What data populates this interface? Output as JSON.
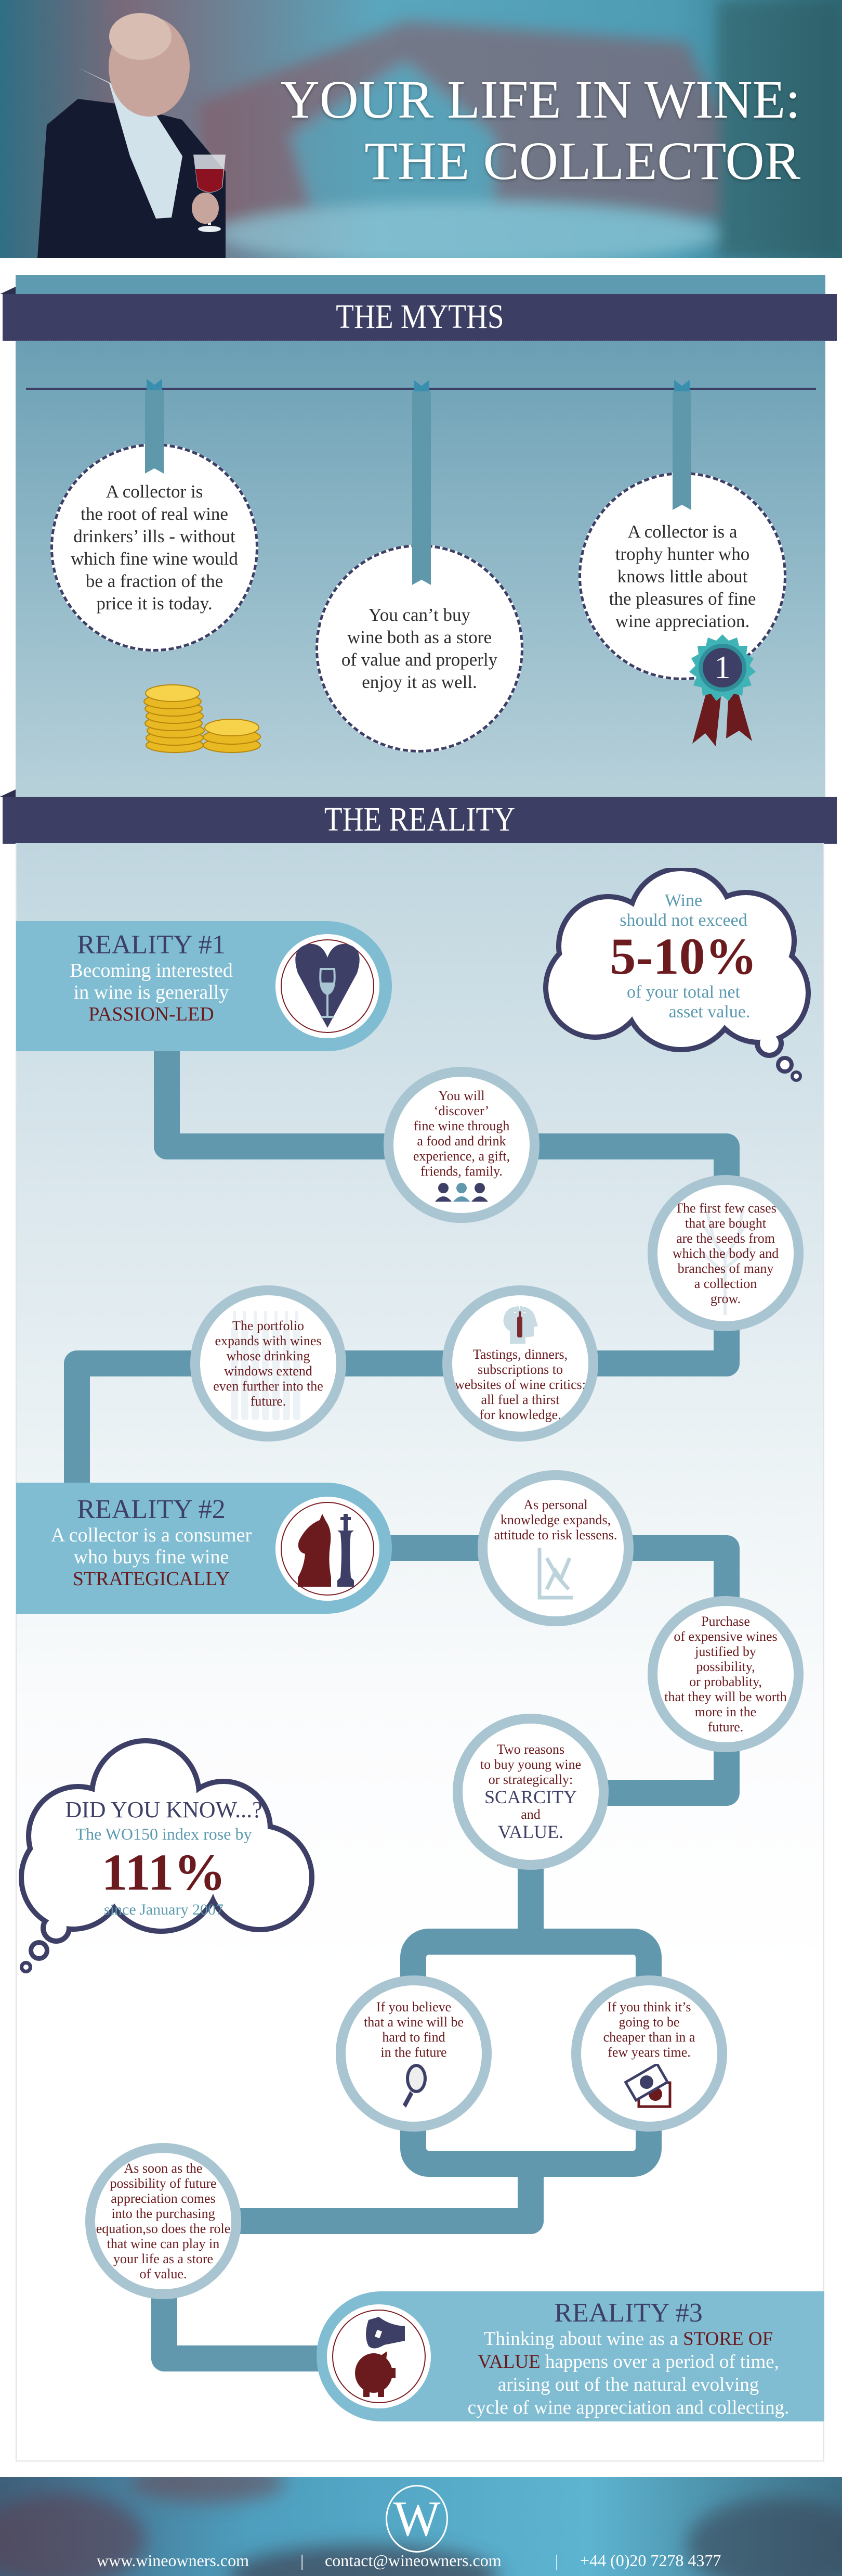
{
  "header": {
    "title_line1": "YOUR LIFE IN WINE:",
    "title_line2": "THE COLLECTOR"
  },
  "myths": {
    "title": "THE MYTHS",
    "items": [
      {
        "lines": [
          "A collector is",
          "the root of real wine",
          "drinkers’ ills - without",
          "which fine wine would",
          "be a fraction of the",
          "price it is today."
        ]
      },
      {
        "lines": [
          "You can’t buy",
          "wine both as a store",
          "of value and properly",
          "enjoy it as well."
        ]
      },
      {
        "lines": [
          "A collector is a",
          "trophy hunter who",
          "knows little about",
          "the pleasures of fine",
          "wine appreciation."
        ]
      }
    ],
    "badge_number": "1"
  },
  "reality": {
    "title": "THE REALITY",
    "cards": [
      {
        "heading": "REALITY #1",
        "lines": [
          "Becoming interested",
          "in wine is generally"
        ],
        "highlight": "PASSION-LED"
      },
      {
        "heading": "REALITY #2",
        "lines": [
          "A collector is a consumer",
          "who buys fine wine"
        ],
        "highlight": "STRATEGICALLY"
      },
      {
        "heading": "REALITY #3",
        "line1_pre": "Thinking about wine as a ",
        "highlight1": "STORE OF",
        "highlight2": "VALUE",
        "line2_post": " happens over a period of time,",
        "line3": "arising out of the natural evolving",
        "line4": "cycle of wine appreciation and collecting."
      }
    ],
    "steps": {
      "discover": {
        "lines": [
          "You will",
          "‘discover’",
          "fine wine through",
          "a food and drink",
          "experience, a gift,",
          "friends, family."
        ]
      },
      "first_cases": {
        "lines": [
          "The first few cases",
          "that are bought",
          "are the seeds from",
          "which the body and",
          "branches of many",
          "a collection",
          "grow."
        ]
      },
      "tastings": {
        "lines": [
          "Tastings, dinners,",
          "subscriptions to",
          "websites of wine critics;",
          "all fuel a thirst",
          "for knowledge."
        ]
      },
      "portfolio": {
        "lines": [
          "The portfolio",
          "expands with wines",
          "whose drinking",
          "windows extend",
          "even further into the",
          "future."
        ]
      },
      "knowledge": {
        "lines": [
          "As personal",
          "knowledge expands,",
          "attitude to risk lessens."
        ]
      },
      "purchase": {
        "lines": [
          "Purchase",
          "of expensive wines",
          "justified by",
          "possibility,",
          "or probablity,",
          "that they will be worth",
          "more in the",
          "future."
        ]
      },
      "two_reasons": {
        "lines": [
          "Two reasons",
          "to buy young wine",
          "or strategically:"
        ],
        "reason1": "SCARCITY",
        "connector": "and",
        "reason2": "VALUE."
      },
      "hard_to_find": {
        "lines": [
          "If you believe",
          "that a wine will be",
          "hard to find",
          "in the future"
        ]
      },
      "cheaper": {
        "lines": [
          "If you think it’s",
          "going to be",
          "cheaper than in a",
          "few years time."
        ]
      },
      "store_of_value": {
        "lines": [
          "As soon as the",
          "possibility of future",
          "appreciation comes",
          "into the purchasing",
          "equation,so does the role",
          "that wine can play in",
          "your life as a store",
          "of value."
        ]
      }
    },
    "callout_allocation": {
      "line1": "Wine",
      "line2": "should not exceed",
      "value": "5-10%",
      "line3": "of your total net",
      "line4": "asset value."
    },
    "callout_index": {
      "heading": "DID YOU KNOW...?",
      "line1": "The WO150 index rose by",
      "value": "111%",
      "line2": "since  January 2007"
    }
  },
  "footer": {
    "logo_letter": "W",
    "website": "www.wineowners.com",
    "email": "contact@wineowners.com",
    "phone": "+44 (0)20 7278 4377",
    "separator": "|"
  },
  "colors": {
    "navy": "#3d3f66",
    "wine_red": "#6b1a1e",
    "path_teal": "#6198ae",
    "ring": "#a9c5d1",
    "card": "#80bdd2",
    "banner": "#3c3f63"
  }
}
